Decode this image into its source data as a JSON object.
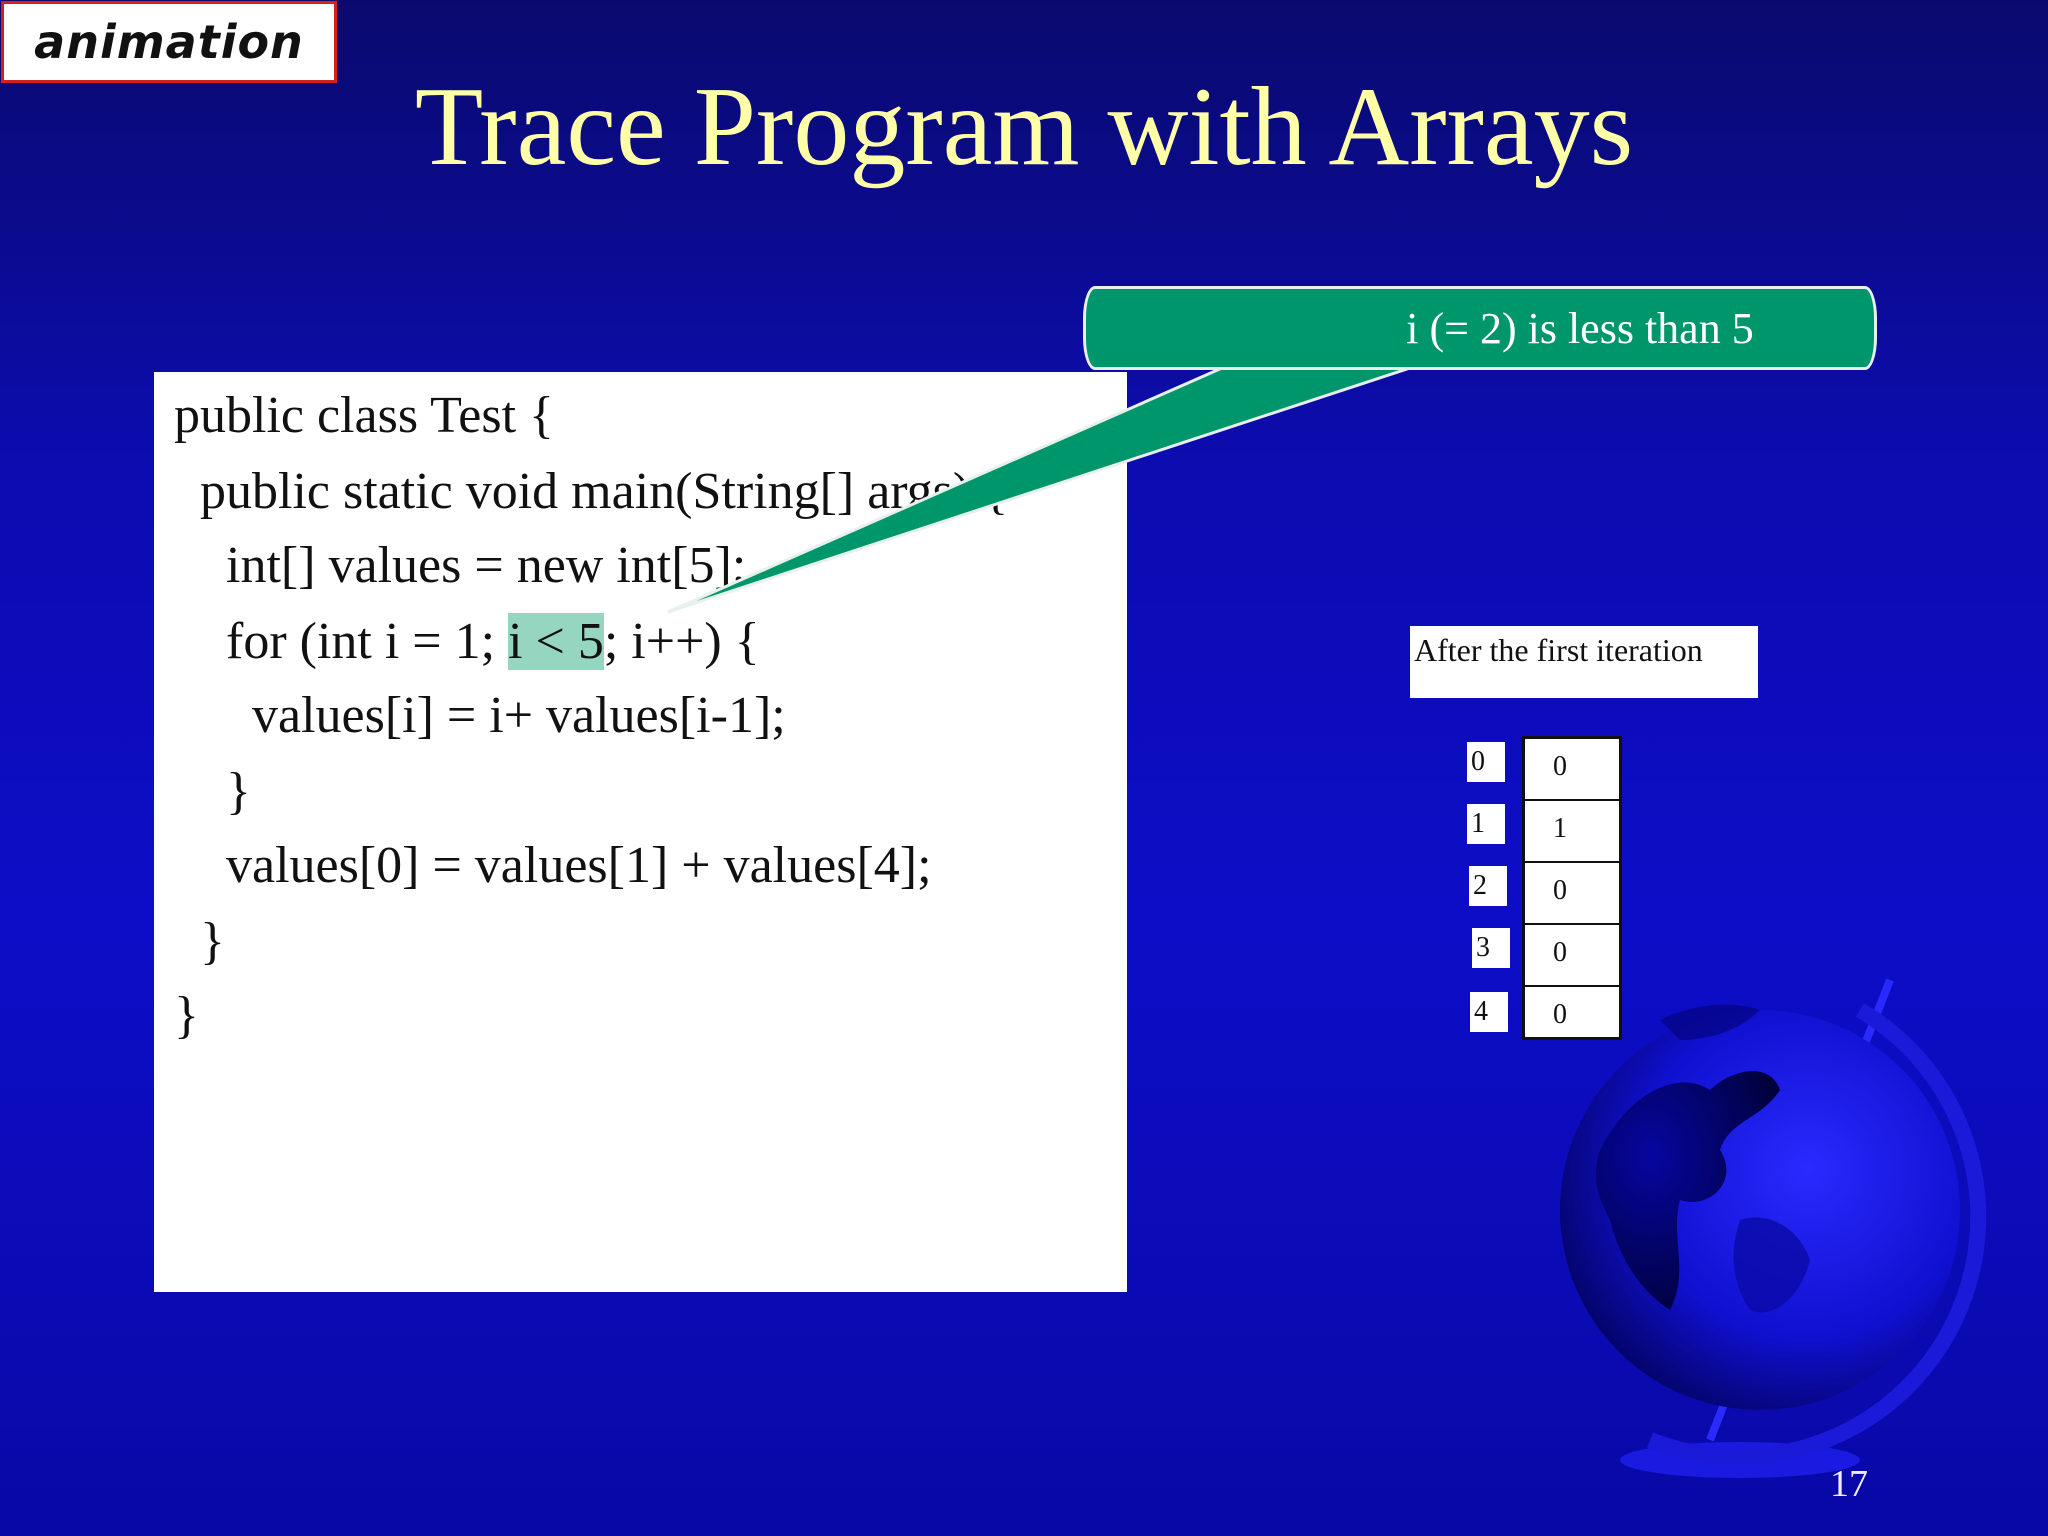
{
  "tag": "animation",
  "title": "Trace Program with Arrays",
  "code": {
    "line1": "public class Test {",
    "line2": "  public static void main(String[] args) {",
    "line3_pre": "    int[] values = new int[5];",
    "line4_pre": "    for (int i = 1; ",
    "line4_hl": "i < 5",
    "line4_post": "; i++) {",
    "line5": "      values[i] = i+ values[i-1];",
    "line6": "    }",
    "line7": "    values[0] = values[1] + values[4];",
    "line8": "  }",
    "line9": "}"
  },
  "callout": "i (= 2) is less than 5",
  "iteration_label": "After the first iteration",
  "array": {
    "indices": [
      "0",
      "1",
      "2",
      "3",
      "4"
    ],
    "values": [
      "0",
      "1",
      "0",
      "0",
      "0"
    ]
  },
  "page_number": "17",
  "colors": {
    "title": "#ffffa8",
    "callout": "#00966c",
    "highlight": "#96d6c0"
  }
}
